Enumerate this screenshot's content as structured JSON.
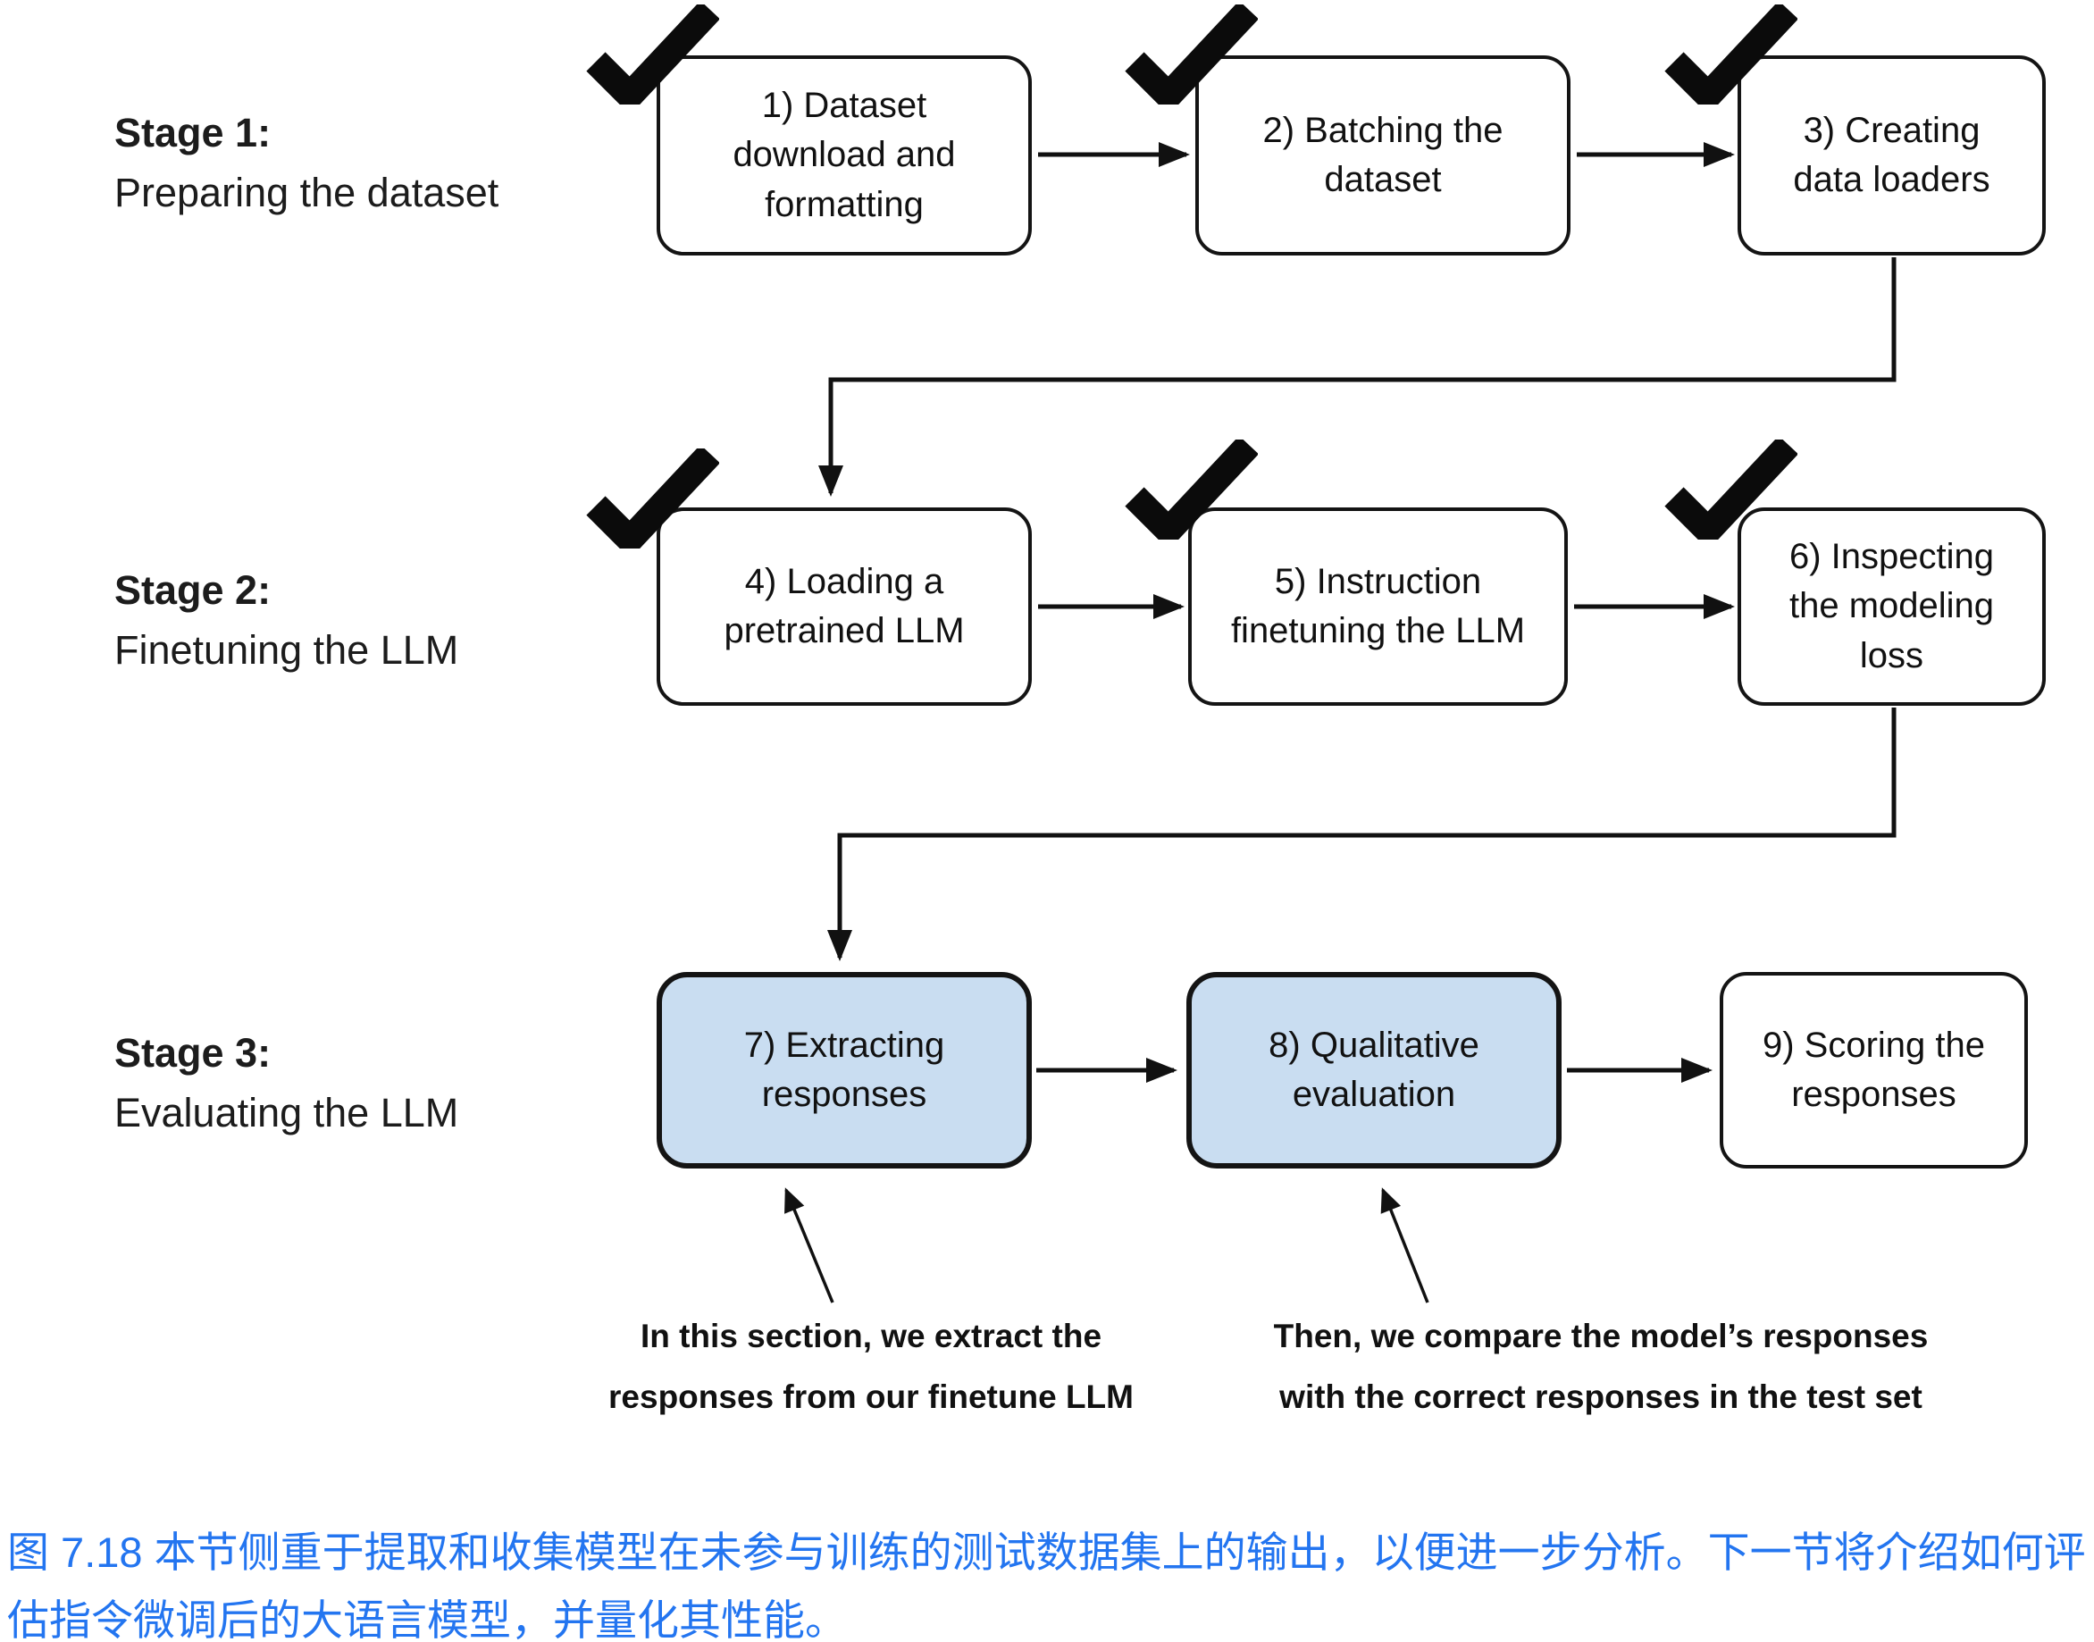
{
  "figure": {
    "caption": "图 7.18 本节侧重于提取和收集模型在未参与训练的测试数据集上的输出，以便进一步分析。下一节将介绍如何评估指令微调后的大语言模型，并量化其性能。"
  },
  "stages": [
    {
      "title": "Stage 1:",
      "subtitle": "Preparing the dataset",
      "boxes": [
        {
          "label": "1) Dataset download and formatting",
          "checked": true,
          "highlighted": false
        },
        {
          "label": "2) Batching the dataset",
          "checked": true,
          "highlighted": false
        },
        {
          "label": "3) Creating data loaders",
          "checked": true,
          "highlighted": false
        }
      ]
    },
    {
      "title": "Stage 2:",
      "subtitle": "Finetuning the LLM",
      "boxes": [
        {
          "label": "4) Loading a pretrained LLM",
          "checked": true,
          "highlighted": false
        },
        {
          "label": "5) Instruction finetuning the LLM",
          "checked": true,
          "highlighted": false
        },
        {
          "label": "6) Inspecting the modeling loss",
          "checked": true,
          "highlighted": false
        }
      ]
    },
    {
      "title": "Stage 3:",
      "subtitle": "Evaluating the LLM",
      "boxes": [
        {
          "label": "7) Extracting responses",
          "checked": false,
          "highlighted": true
        },
        {
          "label": "8) Qualitative evaluation",
          "checked": false,
          "highlighted": true
        },
        {
          "label": "9) Scoring the responses",
          "checked": false,
          "highlighted": false
        }
      ]
    }
  ],
  "annotations": [
    {
      "text": "In this section, we extract the responses from our finetune LLM"
    },
    {
      "text": "Then, we compare the model’s responses with the correct responses in the test set"
    }
  ],
  "colors": {
    "highlight_fill": "#c9ddf1",
    "caption_text": "#2375f0",
    "box_border": "#141414",
    "arrow": "#111111"
  }
}
